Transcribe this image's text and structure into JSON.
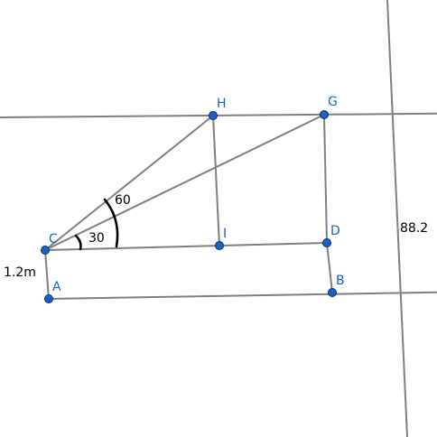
{
  "colors": {
    "line": "#808080",
    "point_fill": "#1565c0",
    "point_stroke": "#0b2c6b",
    "label": "#1565c0",
    "arc": "#000000",
    "text": "#000000",
    "background": "#ffffff"
  },
  "points": [
    {
      "id": "H",
      "label": "H"
    },
    {
      "id": "G",
      "label": "G"
    },
    {
      "id": "C",
      "label": "C"
    },
    {
      "id": "I",
      "label": "I"
    },
    {
      "id": "D",
      "label": "D"
    },
    {
      "id": "A",
      "label": "A"
    },
    {
      "id": "B",
      "label": "B"
    }
  ],
  "annotations": {
    "angle_small": "30",
    "angle_large": "60",
    "height_label": "1.2m",
    "distance_label": "88.2"
  }
}
